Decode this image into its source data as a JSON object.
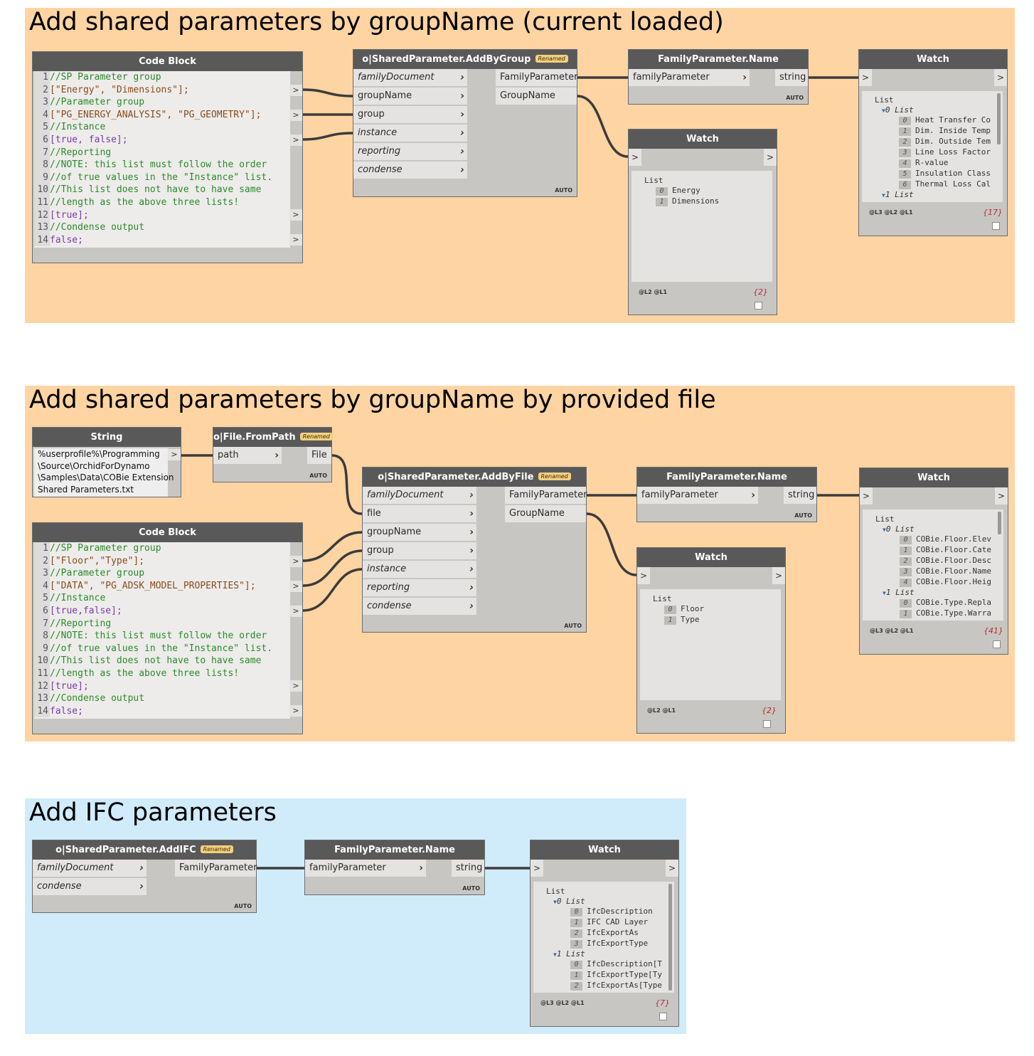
{
  "colors": {
    "group_orange": "#ffd4a3",
    "group_blue": "#d0ecfb",
    "node_header": "#595959",
    "wire": "#3b3b3b"
  },
  "group1": {
    "title": "Add shared parameters by groupName (current loaded)",
    "code_block": {
      "title": "Code Block",
      "lines": [
        {
          "n": "1",
          "text": "//SP Parameter group"
        },
        {
          "n": "2",
          "text": "[\"Energy\", \"Dimensions\"];"
        },
        {
          "n": "3",
          "text": "//Parameter group"
        },
        {
          "n": "4",
          "text": "[\"PG_ENERGY_ANALYSIS\", \"PG_GEOMETRY\"];"
        },
        {
          "n": "5",
          "text": "//Instance"
        },
        {
          "n": "6",
          "text": "[true, false];"
        },
        {
          "n": "7",
          "text": "//Reporting"
        },
        {
          "n": "8",
          "text": "//NOTE: this list must follow the order"
        },
        {
          "n": "9",
          "text": "//of true values in the \"Instance\" list."
        },
        {
          "n": "10",
          "text": "//This list does not have to have same"
        },
        {
          "n": "11",
          "text": "//length as the above three lists!"
        },
        {
          "n": "12",
          "text": "[true];"
        },
        {
          "n": "13",
          "text": "//Condense output"
        },
        {
          "n": "14",
          "text": "false;"
        }
      ]
    },
    "add_by_group": {
      "title": "o|SharedParameter.AddByGroup",
      "badge": "Renamed",
      "inputs": [
        "familyDocument",
        "groupName",
        "group",
        "instance",
        "reporting",
        "condense"
      ],
      "outputs": [
        "FamilyParameter",
        "GroupName"
      ],
      "auto": "AUTO"
    },
    "family_param_name": {
      "title": "FamilyParameter.Name",
      "input": "familyParameter",
      "output": "string",
      "auto": "AUTO"
    },
    "watch_main": {
      "title": "Watch",
      "lines": [
        "List",
        "0 List",
        "Heat Transfer Co",
        "Dim. Inside Temp",
        "Dim. Outside Tem",
        "Line Loss Factor",
        "R-value",
        "Insulation Class",
        "Thermal Loss Cal",
        "1 List"
      ],
      "indices": [
        "0",
        "1",
        "2",
        "3",
        "4",
        "5",
        "6"
      ],
      "levels": "@L3 @L2 @L1",
      "count": "{17}"
    },
    "watch_small": {
      "title": "Watch",
      "lines": [
        "List",
        "Energy",
        "Dimensions"
      ],
      "indices": [
        "0",
        "1"
      ],
      "levels": "@L2 @L1",
      "count": "{2}"
    }
  },
  "group2": {
    "title": "Add shared parameters by groupName by provided file",
    "string_node": {
      "title": "String",
      "lines": [
        "%userprofile%\\Programming",
        "\\Source\\OrchidForDynamo",
        "\\Samples\\Data\\COBie Extension",
        "Shared Parameters.txt"
      ]
    },
    "file_from_path": {
      "title": "o|File.FromPath",
      "badge": "Renamed",
      "input": "path",
      "output": "File",
      "auto": "AUTO"
    },
    "code_block": {
      "title": "Code Block",
      "lines": [
        {
          "n": "1",
          "text": "//SP Parameter group"
        },
        {
          "n": "2",
          "text": "[\"Floor\",\"Type\"];"
        },
        {
          "n": "3",
          "text": "//Parameter group"
        },
        {
          "n": "4",
          "text": "[\"DATA\", \"PG_ADSK_MODEL_PROPERTIES\"];"
        },
        {
          "n": "5",
          "text": "//Instance"
        },
        {
          "n": "6",
          "text": "[true,false];"
        },
        {
          "n": "7",
          "text": "//Reporting"
        },
        {
          "n": "8",
          "text": "//NOTE: this list must follow the order"
        },
        {
          "n": "9",
          "text": "//of true values in the \"Instance\" list."
        },
        {
          "n": "10",
          "text": "//This list does not have to have same"
        },
        {
          "n": "11",
          "text": "//length as the above three lists!"
        },
        {
          "n": "12",
          "text": "[true];"
        },
        {
          "n": "13",
          "text": "//Condense output"
        },
        {
          "n": "14",
          "text": "false;"
        }
      ]
    },
    "add_by_file": {
      "title": "o|SharedParameter.AddByFile",
      "badge": "Renamed",
      "inputs": [
        "familyDocument",
        "file",
        "groupName",
        "group",
        "instance",
        "reporting",
        "condense"
      ],
      "outputs": [
        "FamilyParameter",
        "GroupName"
      ],
      "auto": "AUTO"
    },
    "family_param_name": {
      "title": "FamilyParameter.Name",
      "input": "familyParameter",
      "output": "string",
      "auto": "AUTO"
    },
    "watch_main": {
      "title": "Watch",
      "lines": [
        "List",
        "0 List",
        "COBie.Floor.Elev",
        "COBie.Floor.Cate",
        "COBie.Floor.Desc",
        "COBie.Floor.Name",
        "COBie.Floor.Heig",
        "1 List",
        "COBie.Type.Repla",
        "COBie.Type.Warra"
      ],
      "indices": [
        "0",
        "1",
        "2",
        "3",
        "4",
        "0",
        "1"
      ],
      "levels": "@L3 @L2 @L1",
      "count": "{41}"
    },
    "watch_small": {
      "title": "Watch",
      "lines": [
        "List",
        "Floor",
        "Type"
      ],
      "indices": [
        "0",
        "1"
      ],
      "levels": "@L2 @L1",
      "count": "{2}"
    }
  },
  "group3": {
    "title": "Add IFC parameters",
    "add_ifc": {
      "title": "o|SharedParameter.AddIFC",
      "badge": "Renamed",
      "inputs": [
        "familyDocument",
        "condense"
      ],
      "outputs": [
        "FamilyParameter"
      ],
      "auto": "AUTO"
    },
    "family_param_name": {
      "title": "FamilyParameter.Name",
      "input": "familyParameter",
      "output": "string",
      "auto": "AUTO"
    },
    "watch_main": {
      "title": "Watch",
      "lines": [
        "List",
        "0 List",
        "IfcDescription",
        "IFC CAD Layer",
        "IfcExportAs",
        "IfcExportType",
        "1 List",
        "IfcDescription[T",
        "IfcExportType[Ty",
        "IfcExportAs[Type"
      ],
      "indices": [
        "0",
        "1",
        "2",
        "3",
        "0",
        "1",
        "2"
      ],
      "levels": "@L3 @L2 @L1",
      "count": "{7}"
    }
  },
  "ui": {
    "port_arrow": "›",
    "watch_in": ">",
    "watch_out": ">",
    "code_out": ">"
  }
}
